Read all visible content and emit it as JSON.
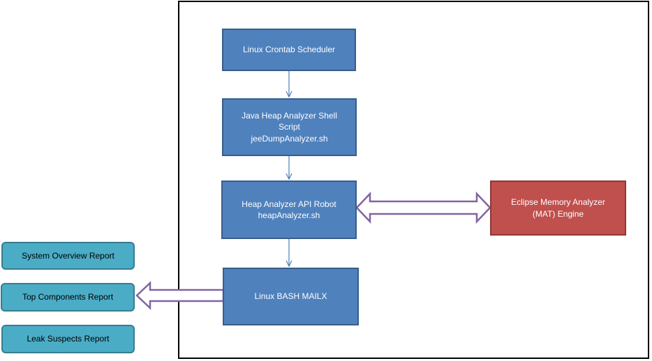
{
  "nodes": {
    "crontab": {
      "lines": [
        "Linux Crontab Scheduler"
      ]
    },
    "shell_script": {
      "lines": [
        "Java Heap Analyzer Shell",
        "Script",
        "jeeDumpAnalyzer.sh"
      ]
    },
    "robot": {
      "lines": [
        "Heap Analyzer API Robot",
        "heapAnalyzer.sh"
      ]
    },
    "mailx": {
      "lines": [
        "Linux BASH MAILX"
      ]
    },
    "mat": {
      "lines": [
        "Eclipse Memory Analyzer",
        "(MAT) Engine"
      ]
    },
    "report_system": {
      "lines": [
        "System Overview Report"
      ]
    },
    "report_components": {
      "lines": [
        "Top Components Report"
      ]
    },
    "report_leak": {
      "lines": [
        "Leak Suspects Report"
      ]
    }
  },
  "colors": {
    "process_fill": "#4f81bd",
    "engine_fill": "#c0504d",
    "report_fill": "#4bacc6",
    "arrow": "#4a7ebb",
    "block_arrow": "#8064a2"
  }
}
